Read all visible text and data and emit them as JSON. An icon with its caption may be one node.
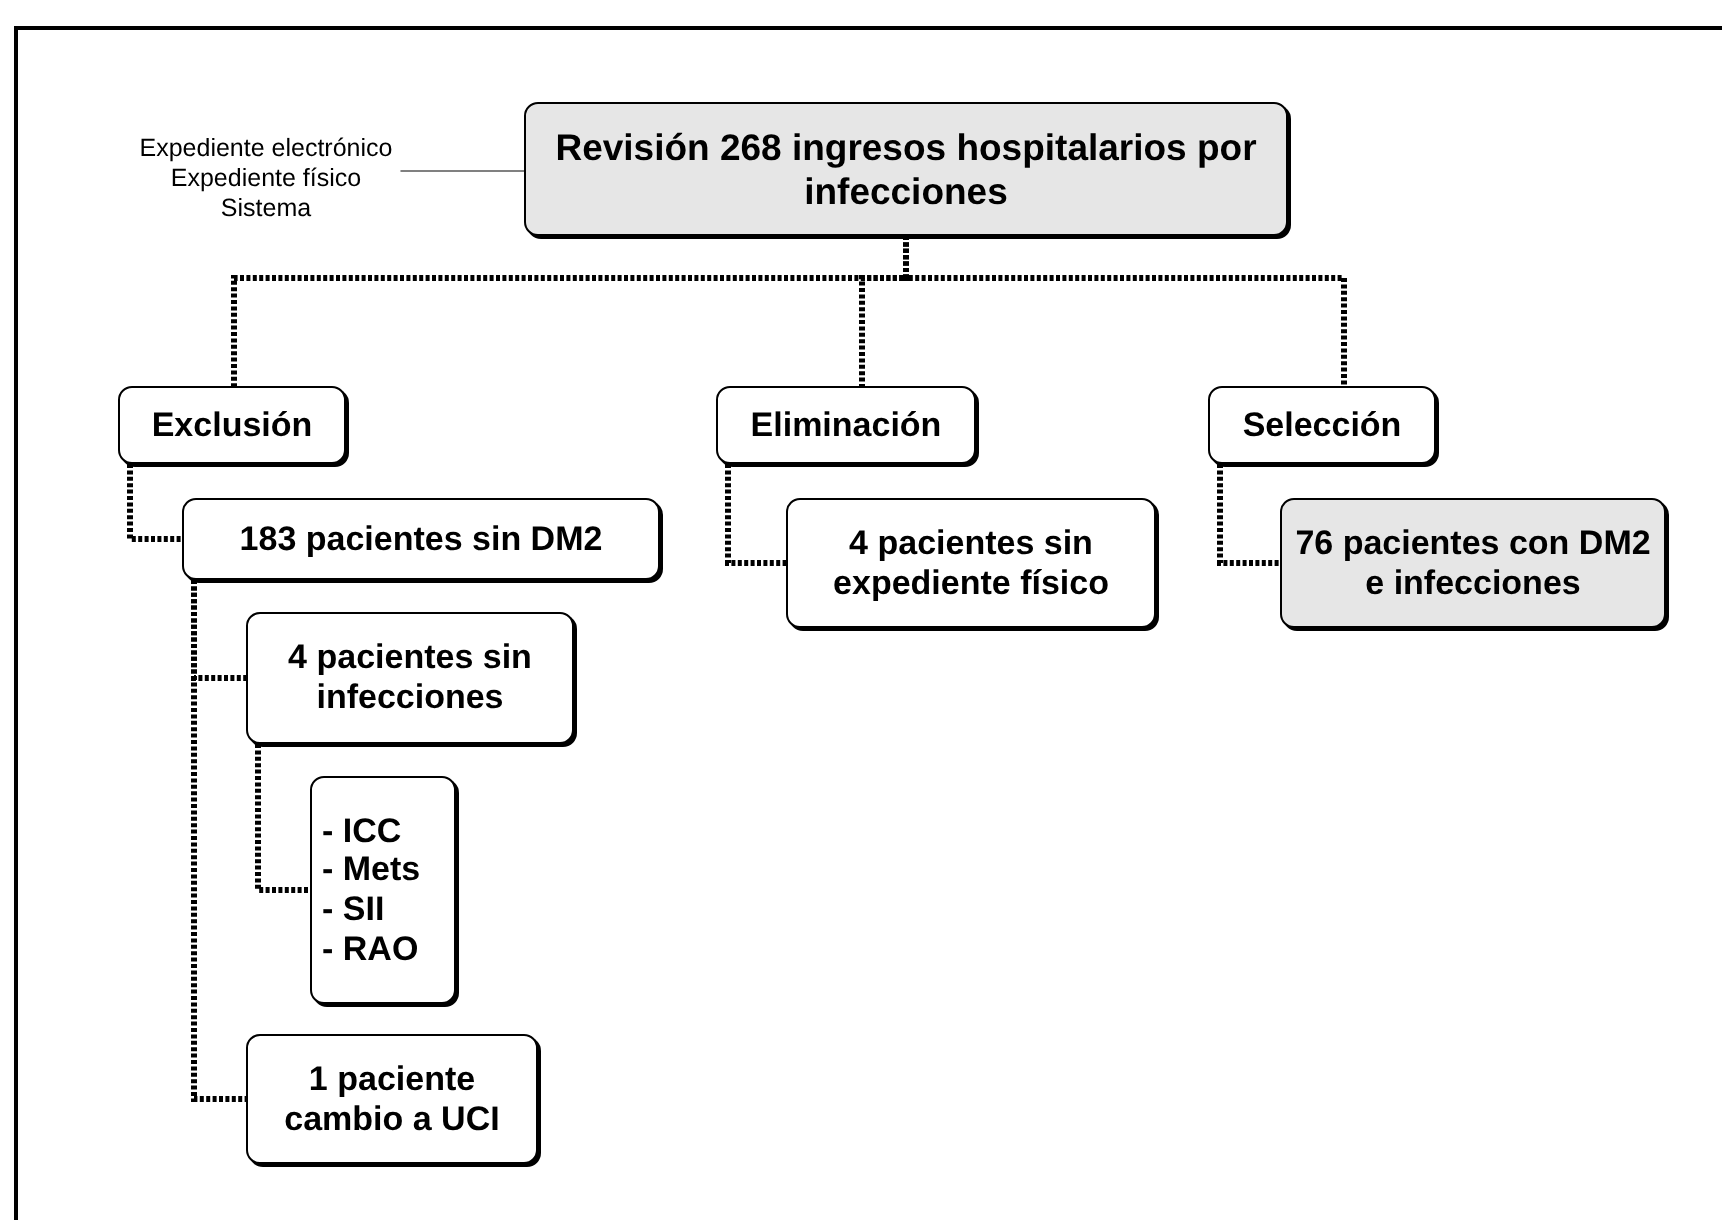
{
  "diagram": {
    "nodes": [
      {
        "text": [
          "Expediente electrónico",
          "Expediente físico",
          "Sistema"
        ]
      },
      {
        "text": [
          "Revisión 268 ingresos hospitalarios por infecciones"
        ]
      },
      {
        "text": [
          "Exclusión"
        ]
      },
      {
        "text": [
          "Eliminación"
        ]
      },
      {
        "text": [
          "Selección"
        ]
      },
      {
        "text": [
          "183 pacientes sin DM2"
        ]
      },
      {
        "text": [
          "4 pacientes sin infecciones"
        ]
      },
      {
        "text": [
          "- ICC",
          "- Mets",
          "- SII",
          "- RAO"
        ]
      },
      {
        "text": [
          "1 paciente cambio a UCI"
        ]
      },
      {
        "text": [
          "4 pacientes sin expediente físico"
        ]
      },
      {
        "text": [
          "76 pacientes con DM2 e infecciones"
        ]
      }
    ],
    "edges": [
      {
        "from": 0,
        "to": 1,
        "arrow": "none",
        "color": "#808080"
      },
      {
        "from": 1,
        "to": 2,
        "arrow": "none",
        "style": "dashed"
      },
      {
        "from": 1,
        "to": 3,
        "arrow": "none",
        "style": "dashed"
      },
      {
        "from": 1,
        "to": 4,
        "arrow": "none",
        "style": "dashed"
      },
      {
        "from": 2,
        "to": 5,
        "arrow": "none",
        "style": "dashed"
      },
      {
        "from": 5,
        "to": 6,
        "arrow": "none",
        "style": "dashed"
      },
      {
        "from": 6,
        "to": 7,
        "arrow": "none",
        "style": "dashed"
      },
      {
        "from": 5,
        "to": 8,
        "arrow": "none",
        "style": "dashed"
      },
      {
        "from": 3,
        "to": 9,
        "arrow": "none",
        "style": "dashed"
      },
      {
        "from": 4,
        "to": 10,
        "arrow": "none",
        "style": "dashed"
      }
    ]
  }
}
